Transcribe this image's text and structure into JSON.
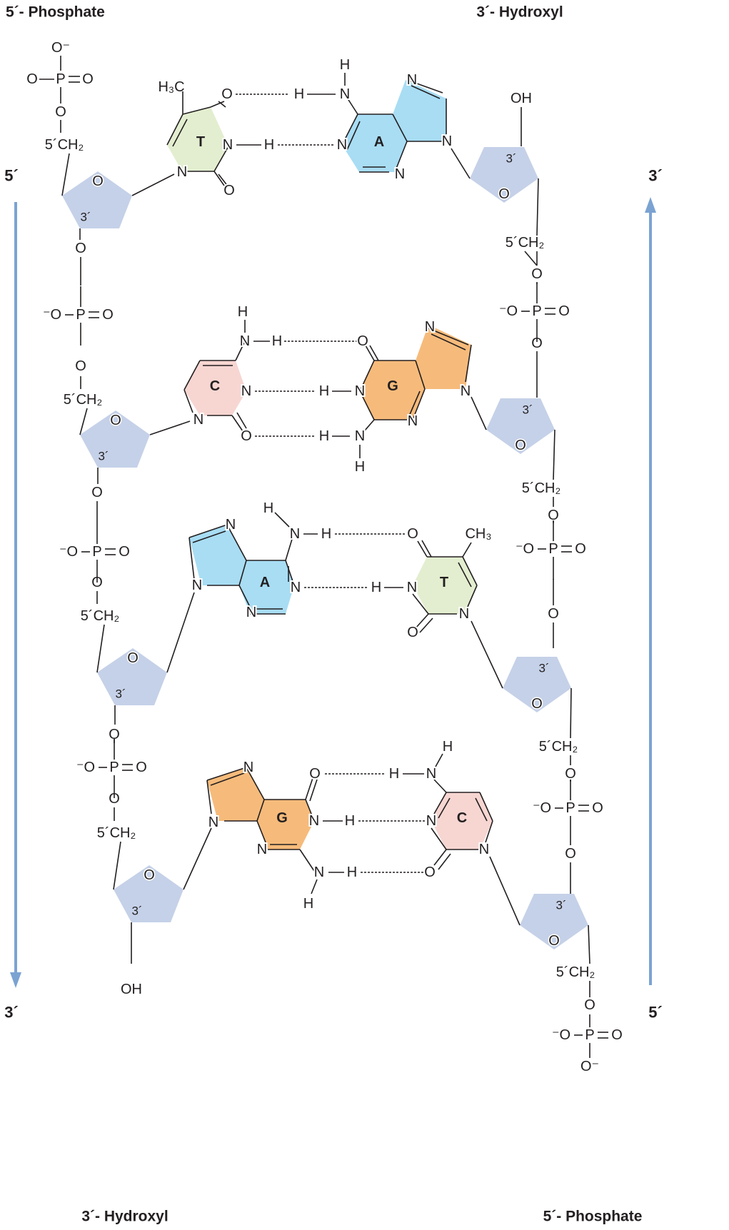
{
  "corners": {
    "top_left": "5´- Phosphate",
    "top_right": "3´- Hydroxyl",
    "bottom_left": "3´- Hydroxyl",
    "bottom_right": "5´- Phosphate"
  },
  "strand_ends": {
    "left_top": "5´",
    "left_bottom": "3´",
    "right_top": "3´",
    "right_bottom": "5´"
  },
  "colors": {
    "arrow": "#7ba3d2",
    "sugar": "#c5d1e8",
    "thymine": "#e3eed0",
    "adenine": "#a8ddf4",
    "cytosine": "#f7d6d2",
    "guanine": "#f6bb7b"
  },
  "labels": {
    "o_minus": "O⁻",
    "minus_o": "⁻O",
    "p": "P",
    "o": "O",
    "n": "N",
    "h": "H",
    "oh": "OH",
    "ch2": "5´CH₂",
    "ch3": "CH₃",
    "h3c": "H₃C",
    "three_prime": "3´"
  },
  "base_pairs": [
    {
      "left": "T",
      "right": "A"
    },
    {
      "left": "C",
      "right": "G"
    },
    {
      "left": "A",
      "right": "T"
    },
    {
      "left": "G",
      "right": "C"
    }
  ]
}
